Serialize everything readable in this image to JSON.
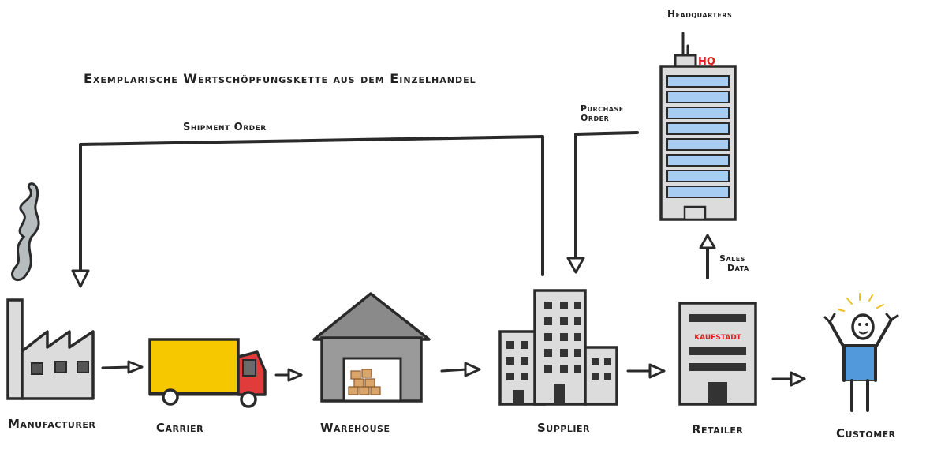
{
  "title": "Exemplarische Wertschöpfungskette aus dem Einzelhandel",
  "nodes": {
    "manufacturer": "Manufacturer",
    "carrier": "Carrier",
    "warehouse": "Warehouse",
    "supplier": "Supplier",
    "retailer": "Retailer",
    "customer": "Customer",
    "headquarters": "Headquarters"
  },
  "flows": {
    "shipment_order": "Shipment Order",
    "purchase_order_line1": "Purchase",
    "purchase_order_line2": "Order",
    "sales_data_line1": "Sales",
    "sales_data_line2": "Data"
  },
  "signs": {
    "hq": "HQ",
    "store": "KAUFSTADT"
  },
  "colors": {
    "ink": "#2a2a2a",
    "truck_cargo": "#f5c800",
    "truck_cab": "#e23b3b",
    "warehouse_roof": "#8a8a8a",
    "warehouse_body": "#9a9a9a",
    "boxes": "#d9a56a",
    "hq_glass": "#a8cdf2",
    "hq_sign": "#e02020",
    "customer_shirt": "#3f8fd8",
    "building_gray": "#dcdcdc"
  }
}
